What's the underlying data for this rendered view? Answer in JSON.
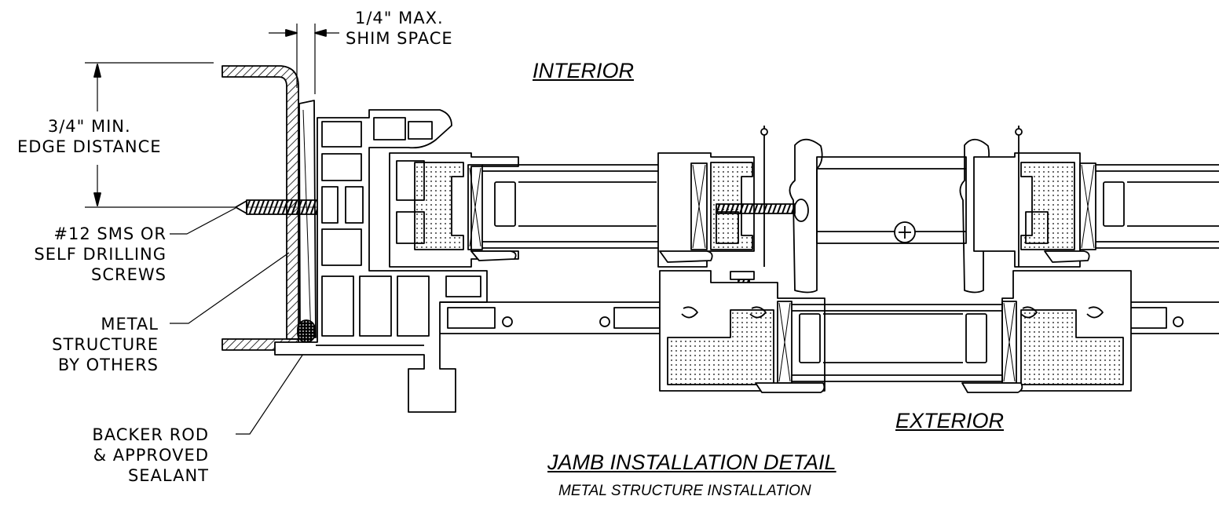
{
  "labels": {
    "shim_line1": "1/4\" MAX.",
    "shim_line2": "SHIM SPACE",
    "edge_line1": "3/4\" MIN.",
    "edge_line2": "EDGE DISTANCE",
    "screws_line1": "#12 SMS OR",
    "screws_line2": "SELF DRILLING",
    "screws_line3": "SCREWS",
    "metal_line1": "METAL",
    "metal_line2": "STRUCTURE",
    "metal_line3": "BY OTHERS",
    "backer_line1": "BACKER ROD",
    "backer_line2": "& APPROVED",
    "backer_line3": "SEALANT",
    "interior": "INTERIOR",
    "exterior": "EXTERIOR",
    "title": "JAMB INSTALLATION DETAIL",
    "subtitle": "METAL STRUCTURE INSTALLATION"
  },
  "colors": {
    "line": "#000000",
    "background": "#ffffff"
  }
}
